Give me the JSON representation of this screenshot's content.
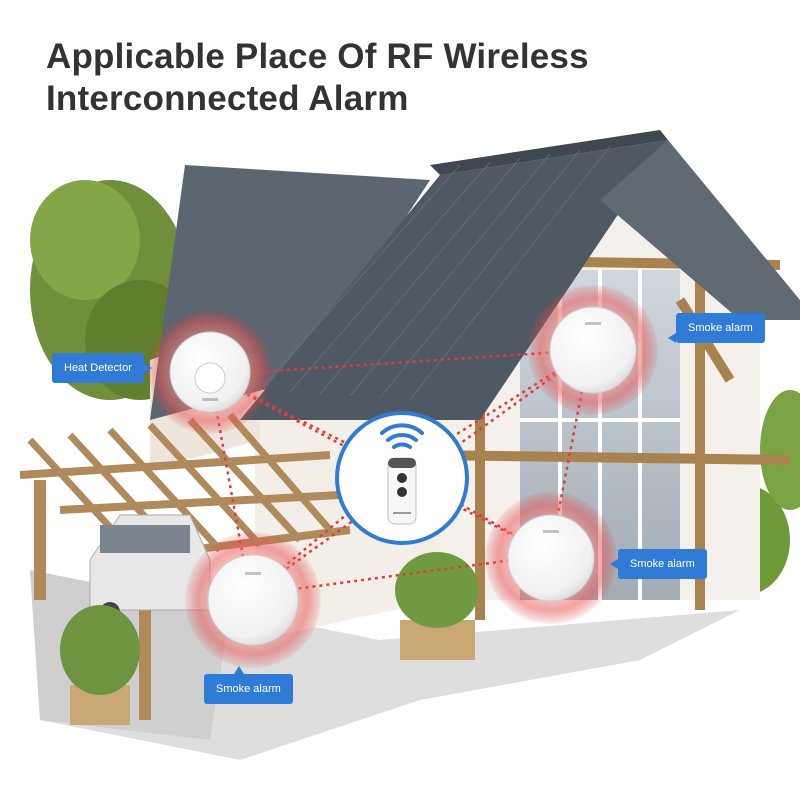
{
  "title": {
    "line1": "Applicable Place Of RF Wireless",
    "line2": "Interconnected Alarm"
  },
  "callouts": {
    "heat_detector": "Heat Detector",
    "smoke_alarm_top_right": "Smoke alarm",
    "smoke_alarm_bottom_right": "Smoke alarm",
    "smoke_alarm_bottom_left": "Smoke alarm"
  },
  "colors": {
    "title": "#333333",
    "callout_bg": "#2f7bd6",
    "signal_red": "#e23b3b",
    "remote_ring": "#2f7bd6",
    "roof": "#5b6670",
    "timber": "#b08a5a"
  },
  "icons": [
    "heat-detector-icon",
    "smoke-alarm-icon",
    "remote-control-icon",
    "wifi-signal-icon"
  ]
}
